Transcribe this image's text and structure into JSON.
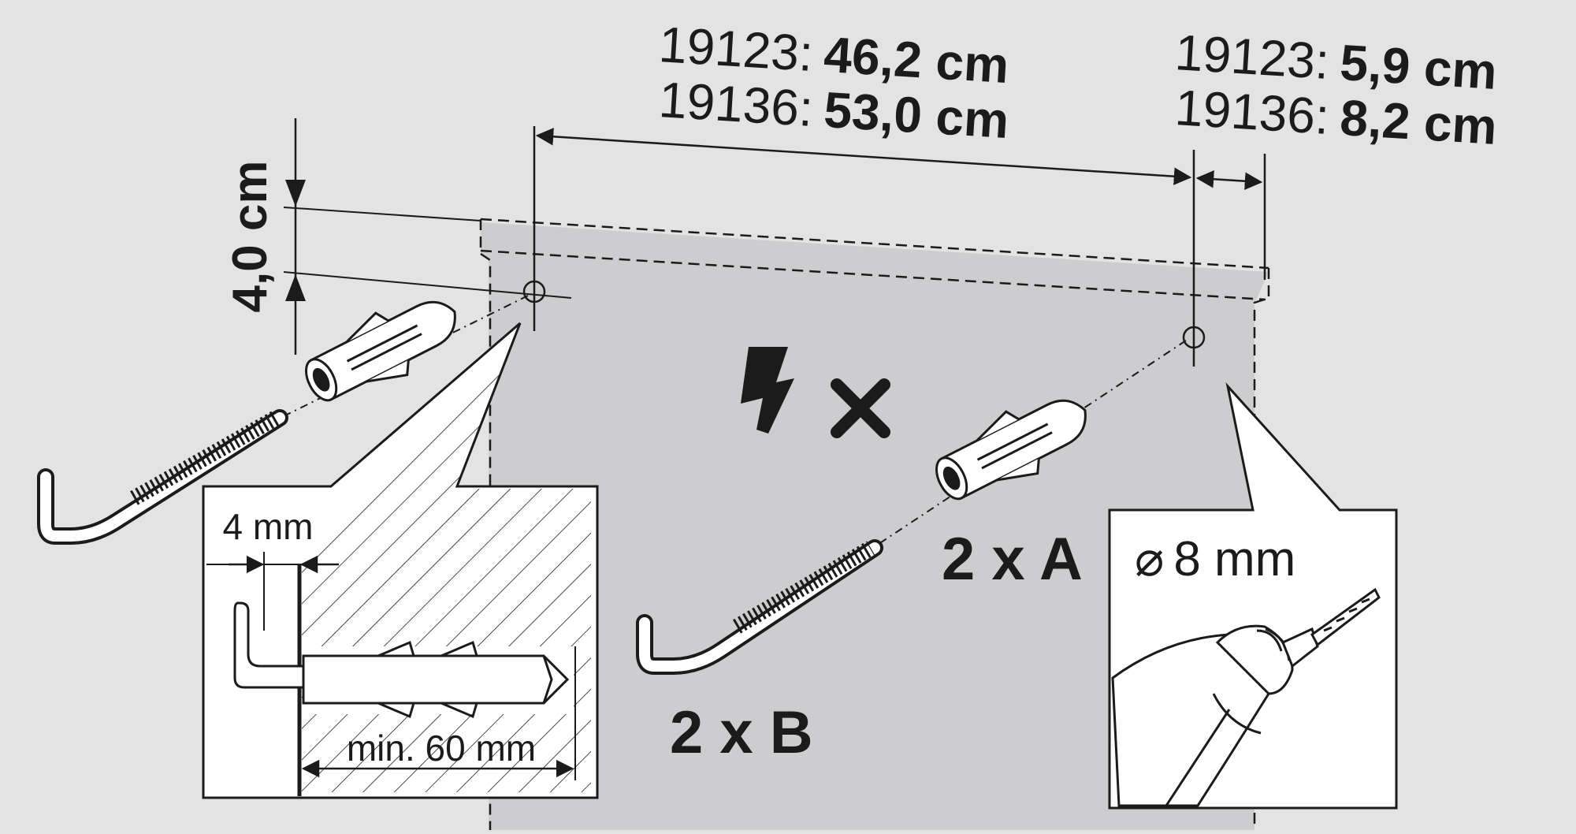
{
  "dimensions": {
    "top_row_1": {
      "model": "19123:",
      "value": "46,2 cm"
    },
    "top_row_2": {
      "model": "19136:",
      "value": "53,0 cm"
    },
    "side_row_1": {
      "model": "19123:",
      "value": "5,9 cm"
    },
    "side_row_2": {
      "model": "19136:",
      "value": "8,2 cm"
    },
    "vertical_offset": "4,0 cm"
  },
  "callouts": {
    "wall_gap": "4 mm",
    "min_depth": "min. 60 mm",
    "drill_diameter_symbol": "⌀",
    "drill_diameter": "8 mm"
  },
  "parts": {
    "anchor_label": "2 x A",
    "hook_label": "2 x B"
  },
  "icons": {
    "warning": "no-electric-cables-icon"
  },
  "colors": {
    "background": "#e3e3e3",
    "wall_panel": "#cdcdcf",
    "line": "#1b1b1b",
    "white": "#ffffff"
  }
}
